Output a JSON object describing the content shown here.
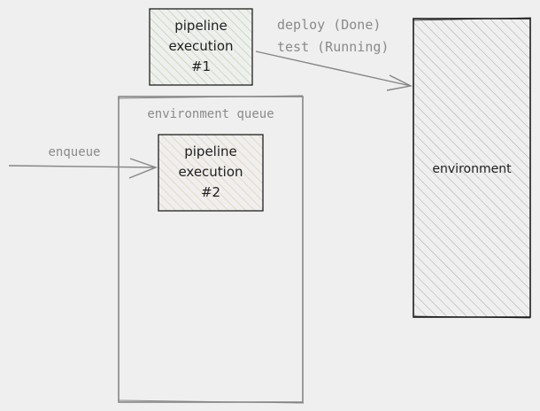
{
  "colors": {
    "background": "#efefef",
    "stroke_dark": "#1e1e1e",
    "stroke_gray": "#868686",
    "text_gray": "#8a8a8a",
    "execution1_fill": "#d3e9c9",
    "execution2_fill": "#f1e5cf",
    "environment_hatch": "#a0a0a0"
  },
  "execution_1": {
    "line1": "pipeline",
    "line2": "execution",
    "line3": "#1"
  },
  "execution_2": {
    "line1": "pipeline",
    "line2": "execution",
    "line3": "#2"
  },
  "queue": {
    "label": "environment queue"
  },
  "environment": {
    "label": "environment"
  },
  "enqueue_arrow": {
    "label": "enqueue"
  },
  "status_arrow": {
    "line1": "deploy (Done)",
    "line2": "test (Running)"
  }
}
